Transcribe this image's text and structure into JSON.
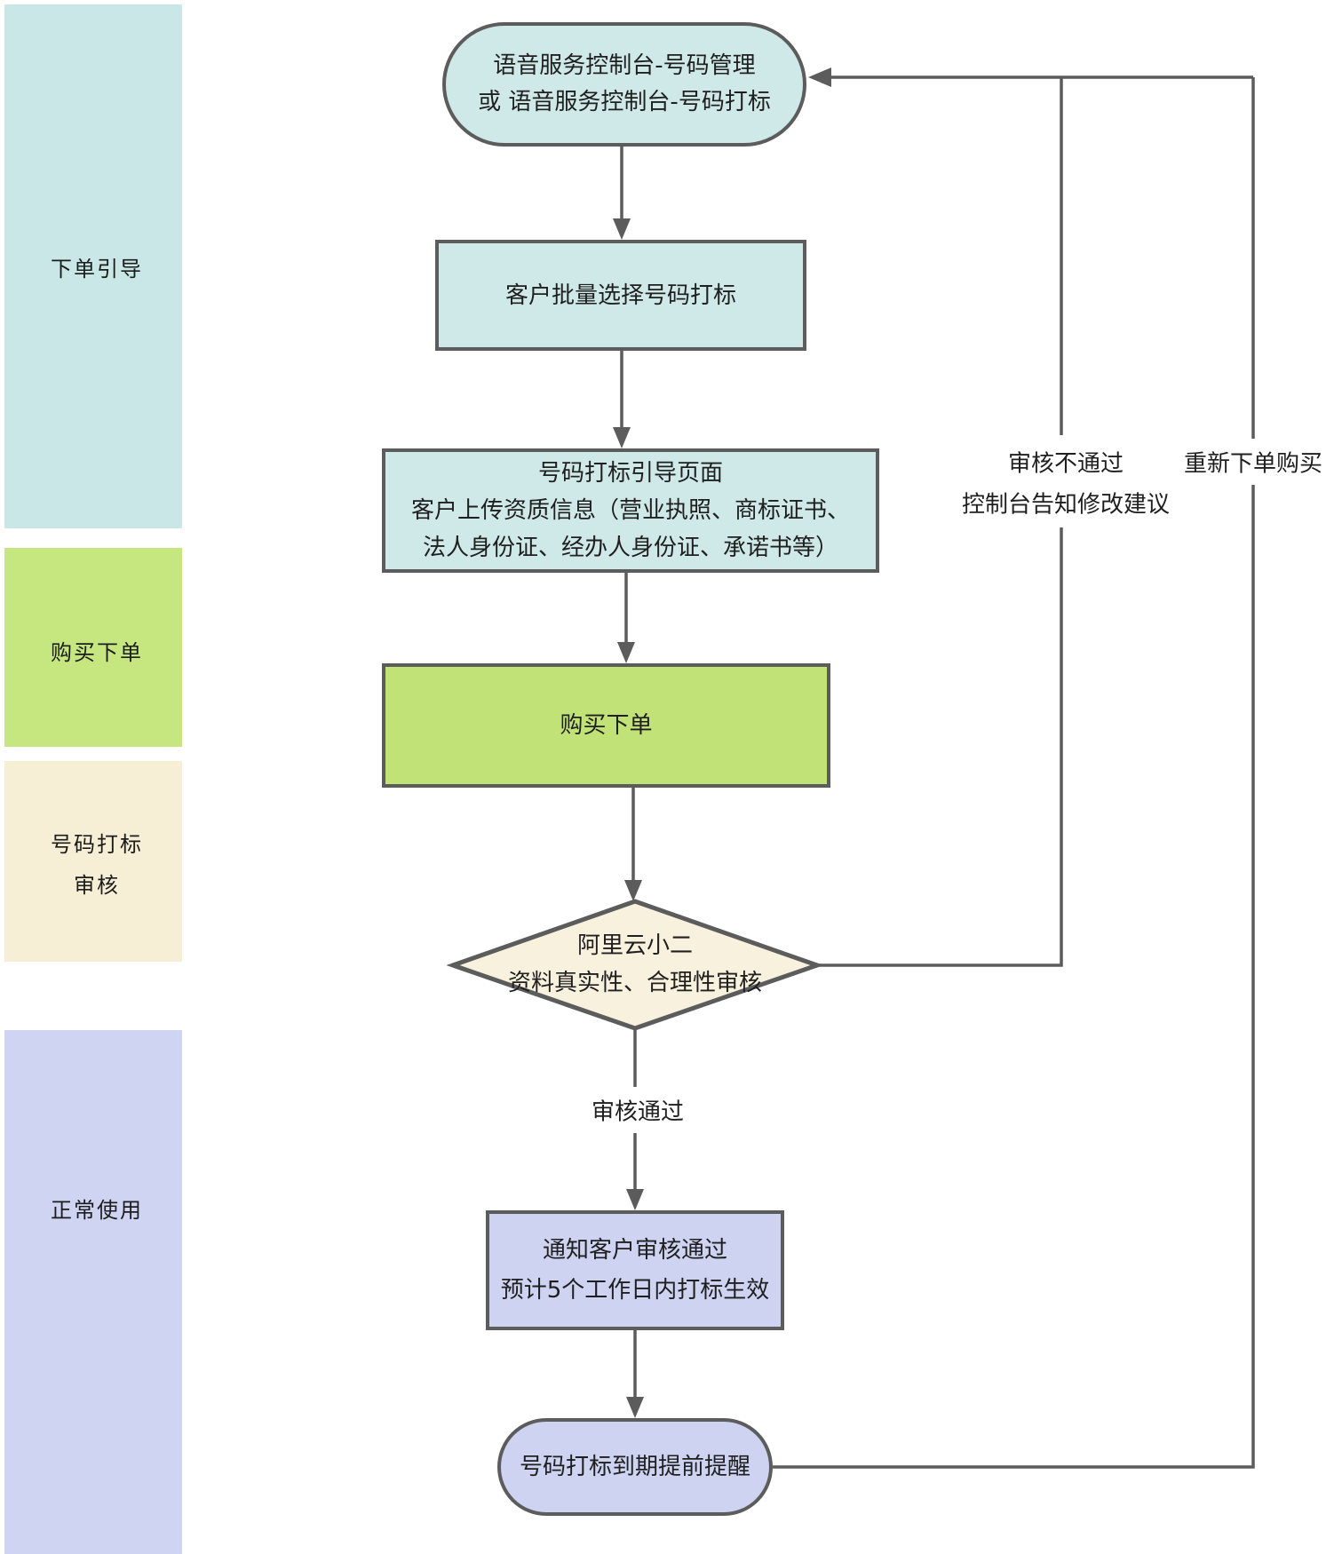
{
  "lanes": [
    {
      "lines": [
        "下单引导"
      ],
      "color": "#c8e7e6"
    },
    {
      "lines": [
        "购买下单"
      ],
      "color": "#c6e680"
    },
    {
      "lines": [
        "号码打标",
        "审核"
      ],
      "color": "#f7eed6"
    },
    {
      "lines": [
        "正常使用"
      ],
      "color": "#cfd4f3"
    }
  ],
  "nodes": {
    "entry": {
      "type": "stadium",
      "lines": [
        "语音服务控制台-号码管理",
        "或 语音服务控制台-号码打标"
      ],
      "color": "#cfe9e8"
    },
    "select": {
      "type": "rect",
      "lines": [
        "客户批量选择号码打标"
      ],
      "color": "#cfe9e8"
    },
    "upload": {
      "type": "rect",
      "lines": [
        "号码打标引导页面",
        "客户上传资质信息（营业执照、商标证书、",
        "法人身份证、经办人身份证、承诺书等）"
      ],
      "color": "#cfe9e8"
    },
    "purchase": {
      "type": "rect",
      "lines": [
        "购买下单"
      ],
      "color": "#c1e276"
    },
    "review": {
      "type": "diamond",
      "lines": [
        "阿里云小二",
        "资料真实性、合理性审核"
      ],
      "color": "#f8f1de"
    },
    "notify": {
      "type": "rect",
      "lines": [
        "通知客户审核通过",
        "预计5个工作日内打标生效"
      ],
      "color": "#cdd3f1"
    },
    "remind": {
      "type": "stadium",
      "lines": [
        "号码打标到期提前提醒"
      ],
      "color": "#cdd3f1"
    }
  },
  "edge_labels": {
    "approved": "审核通过",
    "rejected_line1": "审核不通过",
    "rejected_line2": "控制台告知修改建议",
    "repurchase": "重新下单购买"
  },
  "colors": {
    "line": "#5c5c5c",
    "border": "#5c5c5c",
    "text": "#1f1f1f",
    "background": "#ffffff"
  }
}
